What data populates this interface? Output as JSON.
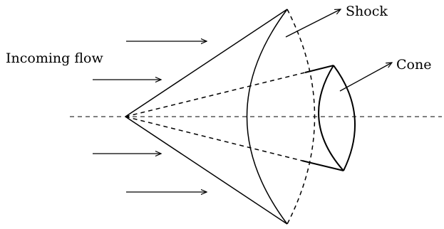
{
  "labels": {
    "incoming_flow": "Incoming flow",
    "shock": "Shock",
    "cone": "Cone"
  },
  "colors": {
    "stroke": "#000000",
    "background": "#ffffff"
  }
}
